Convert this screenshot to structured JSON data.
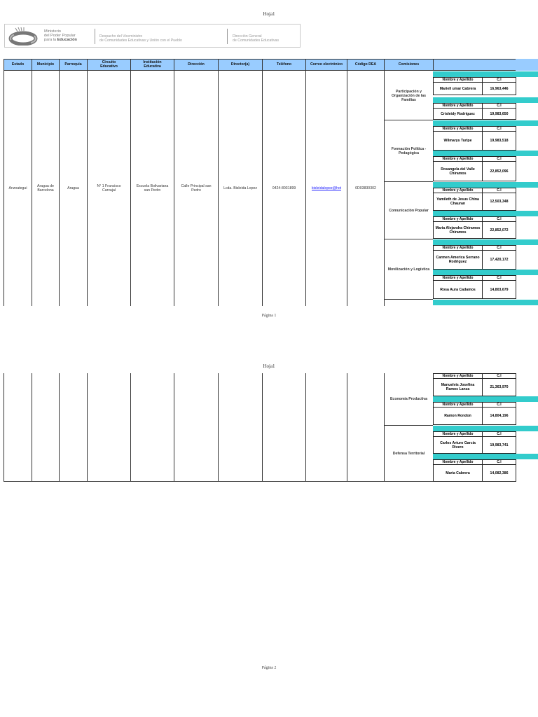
{
  "pages": [
    {
      "title": "Hoja1",
      "footer": "Página 1"
    },
    {
      "title": "Hoja1",
      "footer": "Página 2"
    }
  ],
  "banner": {
    "ministry_lines": [
      "Ministerio",
      "del Poder Popular",
      "para la"
    ],
    "ministry_bold": "Educación",
    "office_1": [
      "Despacho del Viceministro",
      "de Comunidades Educativas y Unión con el Pueblo"
    ],
    "office_2": [
      "Dirección General",
      "de Comunidades Educativas"
    ]
  },
  "table": {
    "headers": [
      "Estado",
      "Municipio",
      "Parroquia",
      "Circuito Educativo",
      "Institución Educativa",
      "Dirección",
      "Director(a)",
      "Teléfono",
      "Correo electrónico",
      "Código DEA",
      "Comisiones"
    ],
    "row": {
      "estado": "Anzoategui",
      "municipio": "Aragua de Barcelona",
      "parroquia": "Aragua",
      "circuito": "N° 1  Francisco Carvajal",
      "institucion": "Escuela Bolivariana san Pedro",
      "direccion": "Calle Principal san Pedro",
      "director": "Lcda. Bisleida Lopez",
      "telefono": "0424-8031899",
      "correo": "bisleidalopez@hot",
      "codigo_dea": "0D03830302"
    },
    "member_header": {
      "name": "Nombre y Apellido",
      "ci": "C.I"
    },
    "comisiones": [
      {
        "name": "Participación y Organización de las Familias",
        "members": [
          {
            "name": "Mariell umar Cabrera",
            "ci": "16,963,446"
          },
          {
            "name": "Crisleidy Rodriguez",
            "ci": "19,983,650"
          }
        ]
      },
      {
        "name": "Formación Política - Pedagógica",
        "members": [
          {
            "name": "Wilmarys Turipe",
            "ci": "19,983,518"
          },
          {
            "name": "Rosangela del Valle Chiramos",
            "ci": "22,852,096"
          }
        ]
      },
      {
        "name": "Comunicación Popular",
        "members": [
          {
            "name": "Yamileth de Jesus China Chauran",
            "ci": "12,503,348"
          },
          {
            "name": "Maria Alejandra Chiramos Chiramos",
            "ci": "22,852,072"
          }
        ]
      },
      {
        "name": "Movilización y Logística",
        "members": [
          {
            "name": "Carmen America Serrano Rodriguez",
            "ci": "17,420,172"
          },
          {
            "name": "Rosa Aura Cadamos",
            "ci": "14,803,679"
          }
        ]
      },
      {
        "name": "Economía Productiva",
        "members": [
          {
            "name": "Manuelvis Josefina Ramos Lanza",
            "ci": "21,363,970"
          },
          {
            "name": "Ramon Rondon",
            "ci": "14,804,196"
          }
        ]
      },
      {
        "name": "Defensa Territorial",
        "members": [
          {
            "name": "Carlos Arturo Garcia Rivero",
            "ci": "19,983,741"
          },
          {
            "name": "Maria Cabrera",
            "ci": "14,082,386"
          }
        ]
      }
    ]
  },
  "colors": {
    "header_bg": "#99ccff",
    "band": "#33cccc",
    "link": "#1a1aff"
  }
}
